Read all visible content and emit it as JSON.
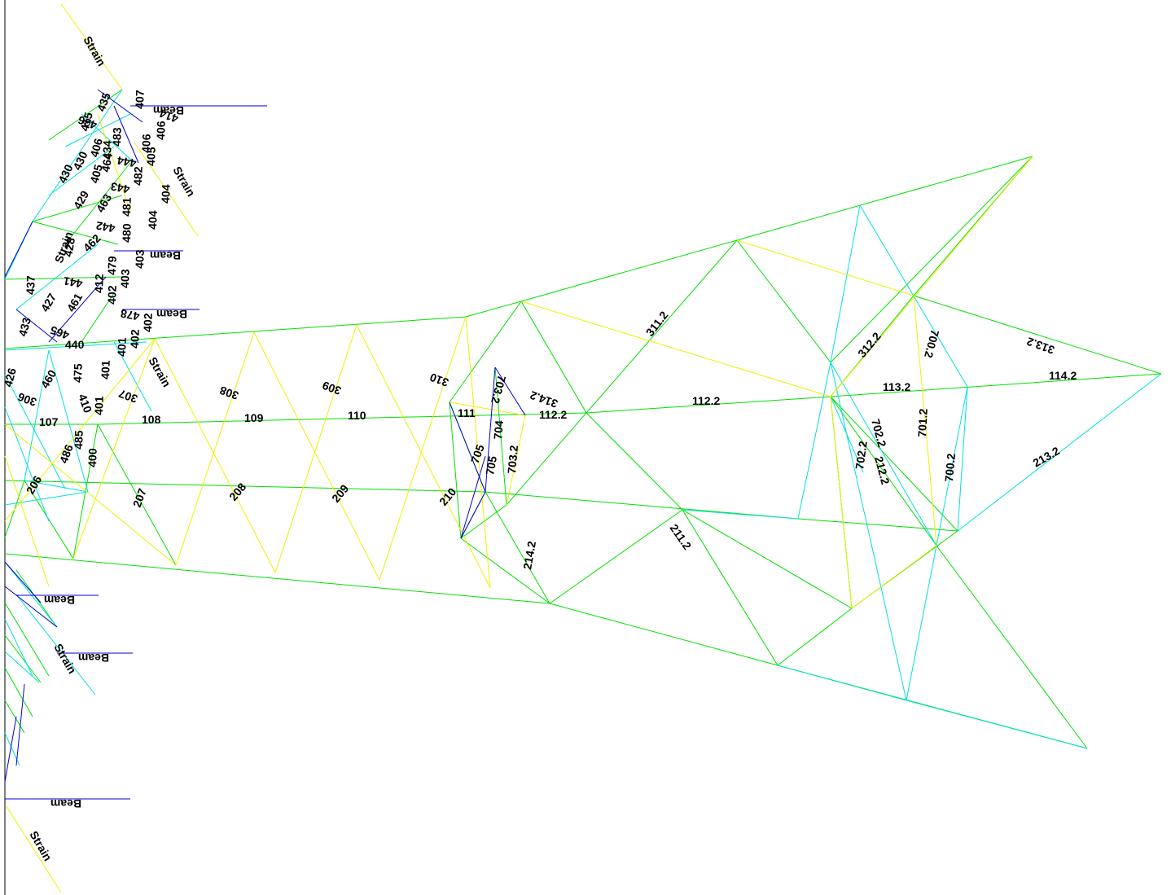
{
  "colors": {
    "green": "#00e000",
    "cyan": "#00e0e0",
    "yellow": "#f0f000",
    "blue": "#0000d0",
    "text": "#000000",
    "background": "#ffffff"
  },
  "labels": {
    "l107": "107",
    "l108": "108",
    "l109": "109",
    "l110": "110",
    "l111": "111",
    "l112_2a": "112.2",
    "l112_2b": "112.2",
    "l113_2": "113.2",
    "l114_2": "114.2",
    "l206": "206",
    "l207": "207",
    "l208": "208",
    "l209": "209",
    "l210": "210",
    "l211_2": "211.2",
    "l212_2": "212.2",
    "l213_2": "213.2",
    "l214_2": "214.2",
    "l306": "306",
    "l307": "307",
    "l308": "308",
    "l309": "309",
    "l310": "310",
    "l311_2": "311.2",
    "l312_2": "312.2",
    "l313_2": "313.2",
    "l314_2": "314.2",
    "l400": "400",
    "l401a": "401",
    "l401b": "401",
    "l401c": "401",
    "l402a": "402",
    "l402b": "402",
    "l402c": "402",
    "l403a": "403",
    "l403b": "403",
    "l404a": "404",
    "l404b": "404",
    "l405a": "405",
    "l405b": "405",
    "l406a": "406",
    "l406b": "406",
    "l406c": "406",
    "l407": "407",
    "l410": "410",
    "l412": "412",
    "l414": "414",
    "l415": "415",
    "l426": "426",
    "l427": "427",
    "l428": "428",
    "l429": "429",
    "l430a": "430",
    "l430b": "430",
    "l433": "433",
    "l434": "434",
    "l435": "435",
    "l436": "436",
    "l437": "437",
    "l440": "440",
    "l441": "441",
    "l442": "442",
    "l443": "443",
    "l444": "444",
    "l460": "460",
    "l461": "461",
    "l462": "462",
    "l463": "463",
    "l464": "464",
    "l465": "465",
    "l475": "475",
    "l478": "478",
    "l479": "479",
    "l480": "480",
    "l481": "481",
    "l482": "482",
    "l483": "483",
    "l485": "485",
    "l486": "486",
    "l700_2a": "700.2",
    "l700_2b": "700.2",
    "l701_2": "701.2",
    "l702_2a": "702.2",
    "l702_2b": "702.2",
    "l703_2a": "703.2",
    "l703_2b": "703.2",
    "l704": "704",
    "l705a": "705",
    "l705b": "705",
    "beam": "Beam",
    "strain": "Strain"
  }
}
